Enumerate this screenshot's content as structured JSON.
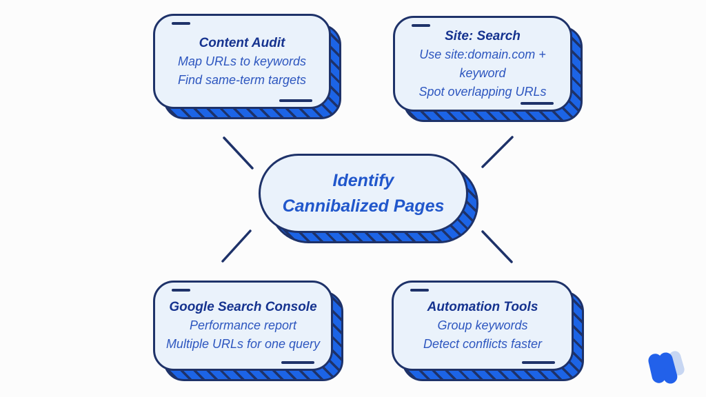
{
  "palette": {
    "bg": "#fcfcfc",
    "navy": "#1e3269",
    "shadow_blue": "#1c64e6",
    "fill": "#eaf2fb",
    "title_color": "#16338f",
    "body_color": "#2d56bf",
    "center_color": "#2157cb",
    "logo_blue": "#2261ea",
    "logo_light": "#c7d6f2"
  },
  "center": {
    "line1": "Identify",
    "line2": "Cannibalized Pages"
  },
  "nodes": {
    "top_left": {
      "title": "Content Audit",
      "line1": "Map URLs to keywords",
      "line2": "Find same-term targets"
    },
    "top_right": {
      "title": "Site: Search",
      "line1": "Use site:domain.com + keyword",
      "line2": "Spot overlapping URLs"
    },
    "bottom_left": {
      "title": "Google Search Console",
      "line1": "Performance report",
      "line2": "Multiple URLs for one query"
    },
    "bottom_right": {
      "title": "Automation Tools",
      "line1": "Group keywords",
      "line2": "Detect conflicts faster"
    }
  },
  "icons": {
    "brand_logo": "w-mark"
  }
}
